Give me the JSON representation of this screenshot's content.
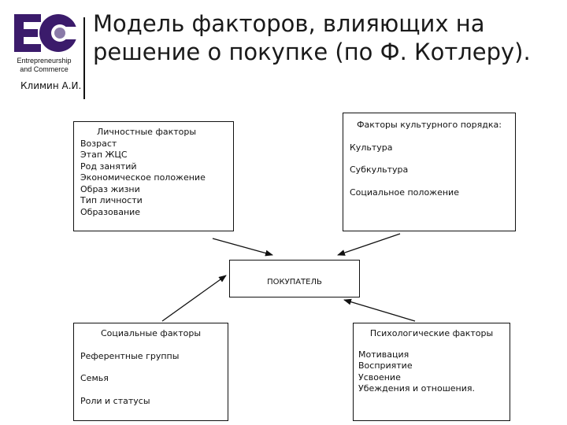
{
  "logo": {
    "letters": "EC",
    "line1": "Entrepreneurship",
    "line2": "and Commerce",
    "color": "#3b1b6b"
  },
  "title": {
    "line1": "Модель факторов, влияющих на",
    "line2": "решение о покупке (по Ф. Котлеру)."
  },
  "author": "Климин А.И.",
  "personal": {
    "title": "Личностные факторы",
    "items": [
      "Возраст",
      "Этап ЖЦС",
      "Род занятий",
      "Экономическое положение",
      "Образ жизни",
      "Тип личности",
      "Образование"
    ]
  },
  "cultural": {
    "title": "Факторы культурного порядка:",
    "items": [
      "Культура",
      "Субкультура",
      "Социальное положение"
    ]
  },
  "buyer": {
    "label": "ПОКУПАТЕЛЬ"
  },
  "social": {
    "title": "Социальные факторы",
    "items": [
      "Референтные группы",
      "Семья",
      "Роли  и статусы"
    ]
  },
  "psych": {
    "title": "Психологические факторы",
    "items": [
      "Мотивация",
      "Восприятие",
      "Усвоение",
      "Убеждения и отношения."
    ]
  }
}
